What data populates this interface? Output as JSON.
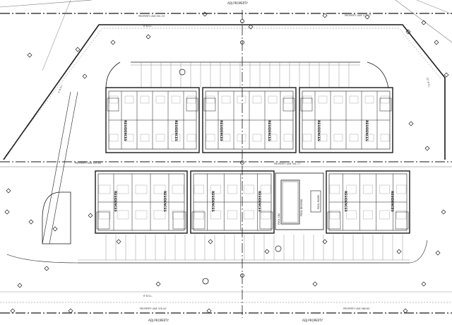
{
  "colors": {
    "ink": "#1a1a1a",
    "light_ink": "#777777",
    "paper": "#ffffff"
  },
  "labels": {
    "adj_top": "ADJ PROPERTY",
    "adj_bottom_left": "ADJ PROPERTY",
    "adj_bottom_right": "ADJ PROPERTY",
    "prop_line_top": "PROPERTY LINE 501.53'",
    "prop_line_top_right": "PROPERTY LINE 127.77'",
    "prop_line_mid_left": "PROPERTY LINE 293.85'",
    "prop_line_mid_right": "PROPERTY LINE 391.77'",
    "prop_line_bottom_left": "PROPERTY LINE 378.44'",
    "prop_line_bottom_right": "PROPERTY LINE 568.60'",
    "bsl_top": "6' B.S.L.",
    "bsl_bottom": "6' B.S.L.",
    "setback_left": "5' B.S.L.",
    "setback_right": "22' B.S.L.",
    "residences": "RESIDENCES",
    "pool": "POOL 1DA",
    "pool_deck": "POOL DECKING",
    "pool_room": "POOL ROOM"
  },
  "icons": [
    "north-arrow-icon",
    "accessible-parking-icon",
    "fire-hydrant-icon"
  ]
}
